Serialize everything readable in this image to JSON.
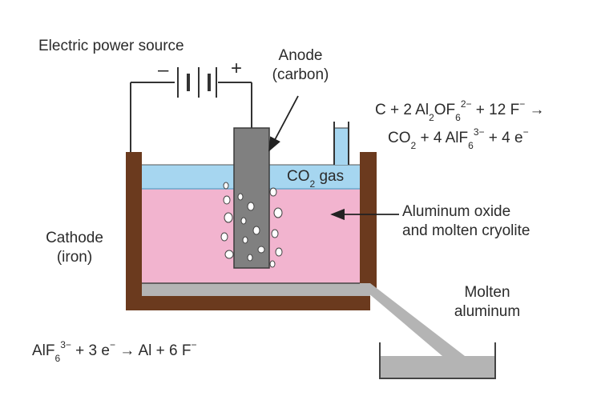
{
  "labels": {
    "power_source": "Electric power source",
    "minus_sign": "–",
    "plus_sign": "+",
    "anode_line1": "Anode",
    "anode_line2": "(carbon)",
    "co2_text": "CO",
    "co2_sub": "2",
    "co2_suffix": " gas",
    "cathode_line1": "Cathode",
    "cathode_line2": "(iron)",
    "electrolyte_line1": "Aluminum oxide",
    "electrolyte_line2": "and molten cryolite",
    "product_line1": "Molten",
    "product_line2": "aluminum"
  },
  "anode_equation": {
    "line1": [
      "C + 2 Al",
      "2",
      "OF",
      "6",
      "2−",
      " + 12 F",
      "−",
      " →"
    ],
    "line2": [
      "CO",
      "2",
      " + 4 AlF",
      "6",
      "3−",
      " + 4 e",
      "−"
    ]
  },
  "cathode_equation": [
    "AlF",
    "6",
    "3−",
    " + 3 e",
    "−",
    " → Al + 6 F",
    "−"
  ],
  "colors": {
    "cell_wall": "#6b3a1e",
    "gas_layer": "#a6d6f0",
    "electrolyte": "#f2b4cf",
    "anode": "#808080",
    "aluminum": "#b4b4b4",
    "wire": "#333333"
  }
}
